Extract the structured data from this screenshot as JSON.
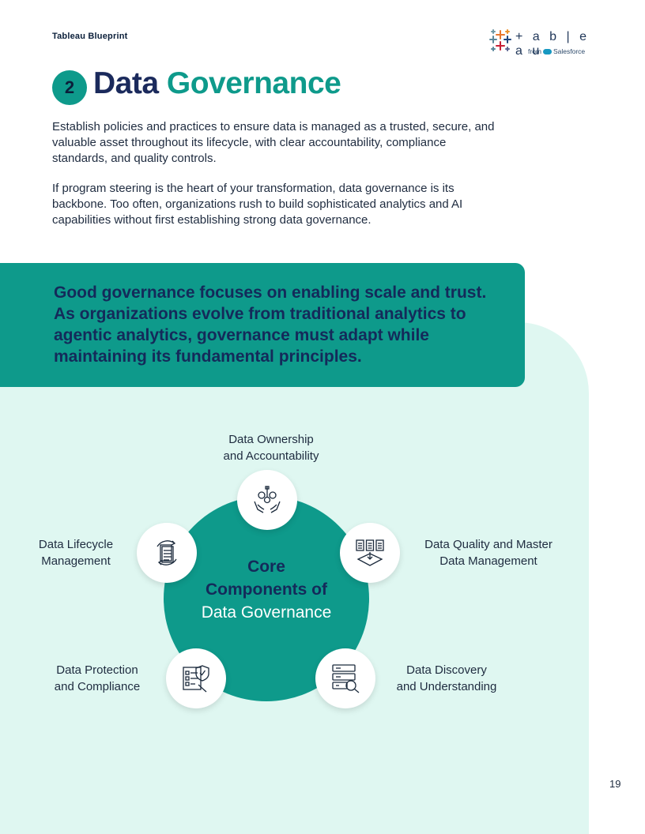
{
  "header": {
    "brand_label": "Tableau Blueprint",
    "logo_wordmark": "+ a b | e a u",
    "logo_from": "from",
    "logo_partner": "Salesforce"
  },
  "section": {
    "number": "2",
    "title_part1": "Data",
    "title_part2": "Governance"
  },
  "intro": {
    "paragraph1": "Establish policies and practices to ensure data is managed as a trusted, secure, and valuable asset throughout its lifecycle, with clear accountability, compliance standards, and quality controls.",
    "paragraph2": "If program steering is the heart of your transformation, data governance is its backbone. Too often, organizations rush to build sophisticated analytics and AI capabilities without first establishing strong data governance."
  },
  "callout": {
    "text": "Good governance focuses on enabling scale and trust. As organizations evolve from traditional analytics to agentic analytics, governance must adapt while maintaining its fundamental principles."
  },
  "diagram": {
    "center_line1": "Core",
    "center_line2": "Components of",
    "center_line3": "Data Governance",
    "components": [
      {
        "line1": "Data Ownership",
        "line2": "and Accountability",
        "icon": "hands-gears-icon"
      },
      {
        "line1": "Data Quality and Master",
        "line2": "Data Management",
        "icon": "documents-tray-icon"
      },
      {
        "line1": "Data Discovery",
        "line2": "and Understanding",
        "icon": "server-search-icon"
      },
      {
        "line1": "Data Protection",
        "line2": "and Compliance",
        "icon": "checklist-shield-icon"
      },
      {
        "line1": "Data Lifecycle",
        "line2": "Management",
        "icon": "document-cycle-icon"
      }
    ]
  },
  "page_number": "19",
  "colors": {
    "teal": "#0e9a8b",
    "navy": "#1b2a5c",
    "mint": "#dff7f1"
  }
}
